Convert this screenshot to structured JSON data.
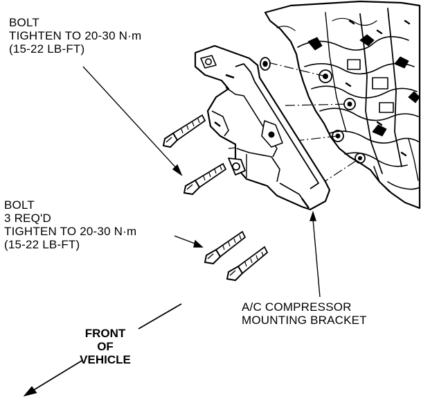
{
  "callouts": {
    "bolt_upper": {
      "lines": [
        "BOLT",
        "TIGHTEN TO 20-30 N·m",
        "(15-22 LB-FT)"
      ]
    },
    "bolt_lower": {
      "lines": [
        "BOLT",
        "3 REQ'D",
        "TIGHTEN TO 20-30 N·m",
        "(15-22 LB-FT)"
      ]
    },
    "bracket": {
      "lines": [
        "A/C COMPRESSOR",
        "MOUNTING BRACKET"
      ]
    }
  },
  "direction": {
    "lines": [
      "FRONT",
      "OF",
      "VEHICLE"
    ]
  }
}
